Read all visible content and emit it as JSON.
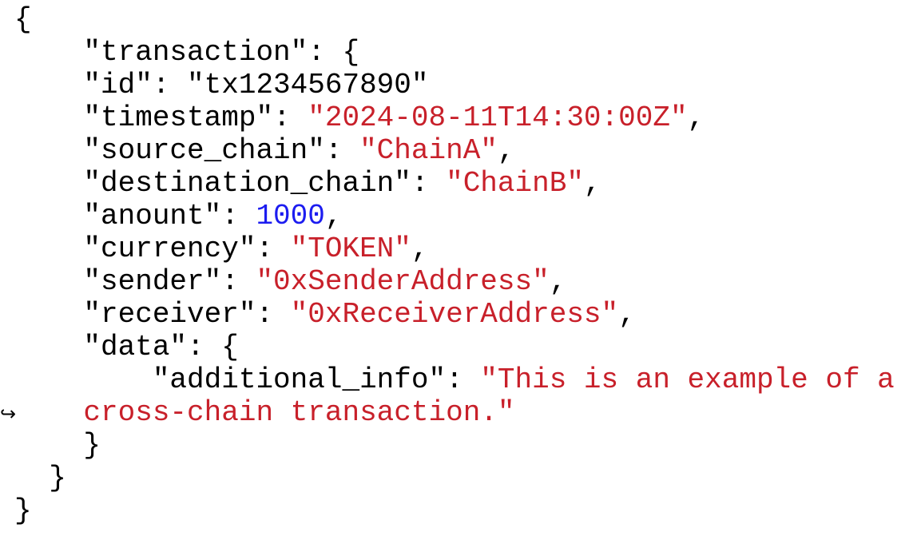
{
  "colors": {
    "string": "#c8202a",
    "number": "#1c1cf0",
    "text": "#000000"
  },
  "continuation_marker": "↪",
  "lines": [
    [
      {
        "t": "{",
        "c": "text"
      }
    ],
    [
      {
        "t": "    \"transaction\": {",
        "c": "text"
      }
    ],
    [
      {
        "t": "    \"id\": \"tx1234567890\"",
        "c": "text"
      }
    ],
    [
      {
        "t": "    \"timestamp\": ",
        "c": "text"
      },
      {
        "t": "\"2024-08-11T14:30:00Z\"",
        "c": "string"
      },
      {
        "t": ",",
        "c": "text"
      }
    ],
    [
      {
        "t": "    \"source_chain\": ",
        "c": "text"
      },
      {
        "t": "\"ChainA\"",
        "c": "string"
      },
      {
        "t": ",",
        "c": "text"
      }
    ],
    [
      {
        "t": "    \"destination_chain\": ",
        "c": "text"
      },
      {
        "t": "\"ChainB\"",
        "c": "string"
      },
      {
        "t": ",",
        "c": "text"
      }
    ],
    [
      {
        "t": "    \"anount\": ",
        "c": "text"
      },
      {
        "t": "1000",
        "c": "number"
      },
      {
        "t": ",",
        "c": "text"
      }
    ],
    [
      {
        "t": "    \"currency\": ",
        "c": "text"
      },
      {
        "t": "\"TOKEN\"",
        "c": "string"
      },
      {
        "t": ",",
        "c": "text"
      }
    ],
    [
      {
        "t": "    \"sender\": ",
        "c": "text"
      },
      {
        "t": "\"0xSenderAddress\"",
        "c": "string"
      },
      {
        "t": ",",
        "c": "text"
      }
    ],
    [
      {
        "t": "    \"receiver\": ",
        "c": "text"
      },
      {
        "t": "\"0xReceiverAddress\"",
        "c": "string"
      },
      {
        "t": ",",
        "c": "text"
      }
    ],
    [
      {
        "t": "    \"data\": {",
        "c": "text"
      }
    ],
    [
      {
        "t": "        \"additional_info\": ",
        "c": "text"
      },
      {
        "t": "\"This is an example of a",
        "c": "string"
      }
    ],
    [
      {
        "t": "    cross-chain transaction.\"",
        "c": "string",
        "cont": true
      }
    ],
    [
      {
        "t": "    }",
        "c": "text"
      }
    ],
    [
      {
        "t": "  }",
        "c": "text"
      }
    ],
    [
      {
        "t": "}",
        "c": "text"
      }
    ]
  ]
}
